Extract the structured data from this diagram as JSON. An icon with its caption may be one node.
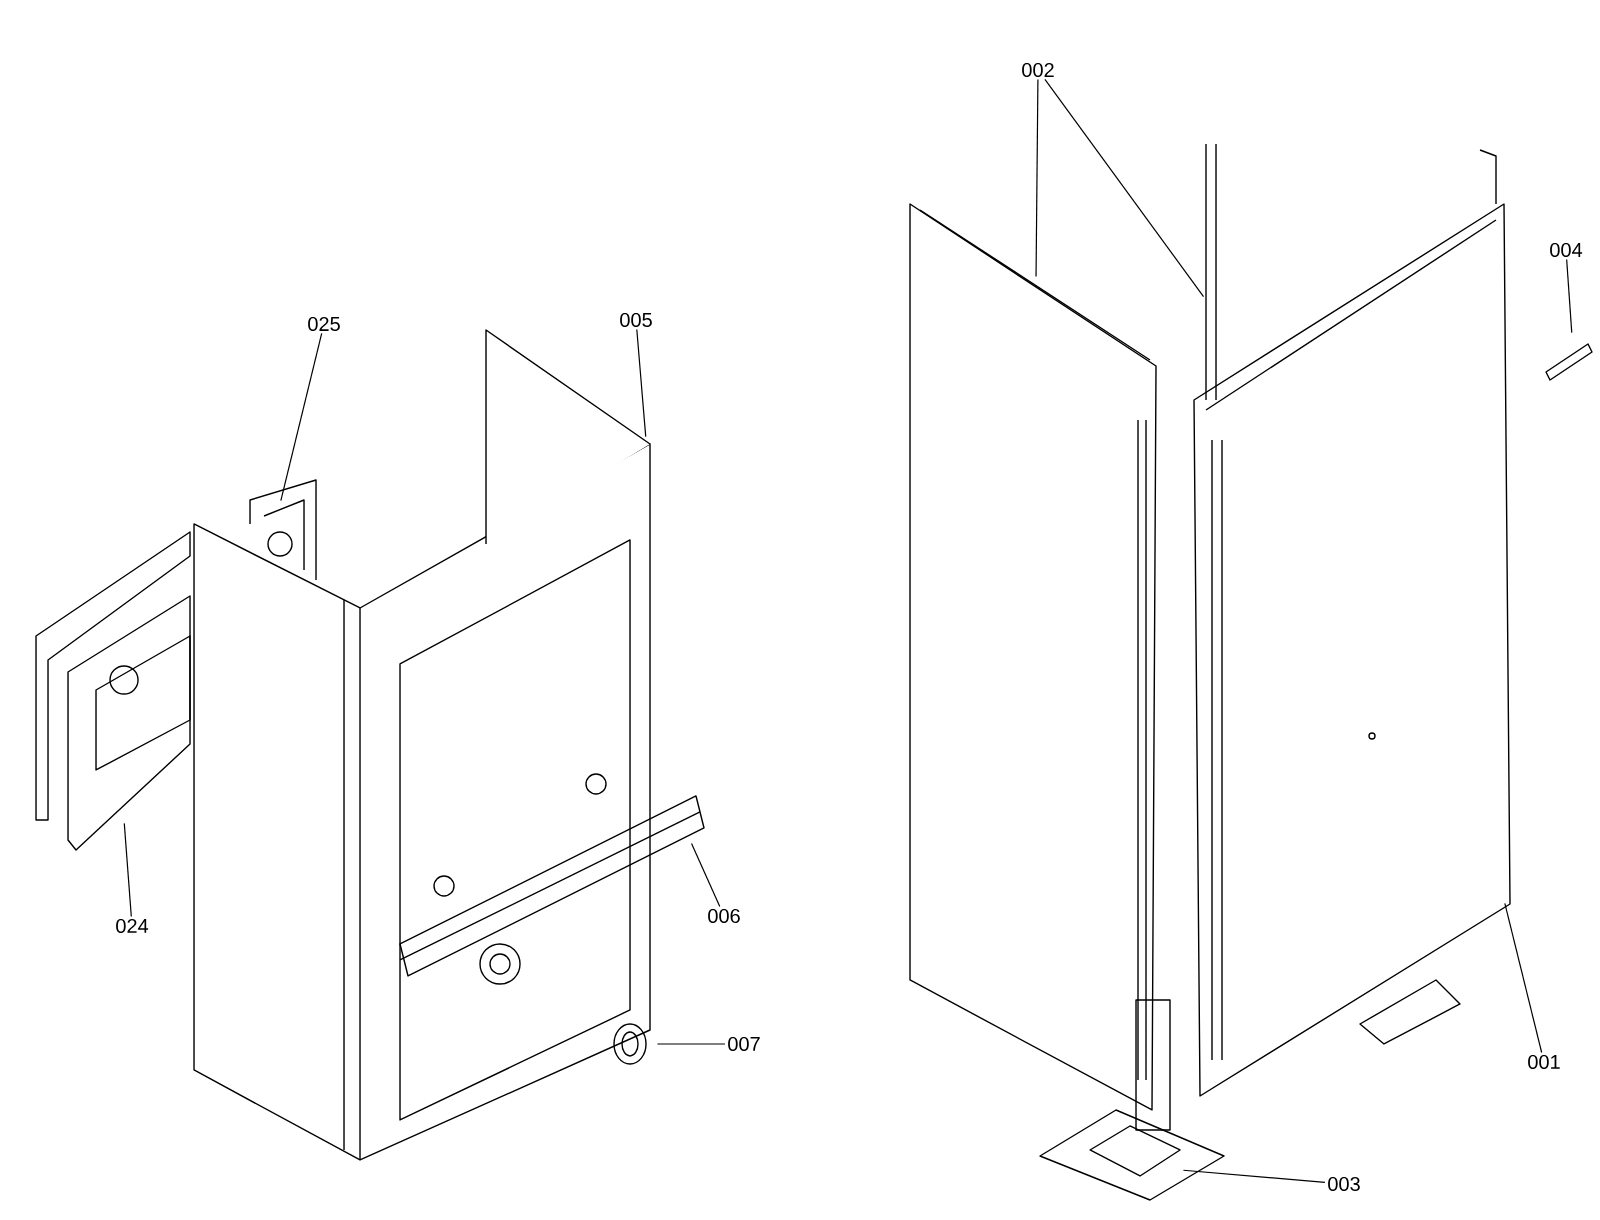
{
  "diagram": {
    "nodes": [
      {
        "text": [
          "025"
        ]
      },
      {
        "text": [
          "005"
        ]
      },
      {
        "text": [
          "024"
        ]
      },
      {
        "text": [
          "006"
        ]
      },
      {
        "text": [
          "007"
        ]
      },
      {
        "text": [
          "002"
        ]
      },
      {
        "text": [
          "004"
        ]
      },
      {
        "text": [
          "001"
        ]
      },
      {
        "text": [
          "003"
        ]
      },
      {
        "text": [],
        "shape": "picture"
      },
      {
        "text": [],
        "shape": "picture"
      },
      {
        "text": [],
        "shape": "picture"
      },
      {
        "text": [],
        "shape": "picture"
      },
      {
        "text": [],
        "shape": "picture"
      },
      {
        "text": [],
        "shape": "picture"
      },
      {
        "text": [],
        "shape": "picture"
      },
      {
        "text": [],
        "shape": "picture"
      },
      {
        "text": [],
        "shape": "picture"
      },
      {
        "text": [],
        "shape": "picture"
      }
    ],
    "edges": [
      {
        "from": 0,
        "to": 9,
        "arrow": "none"
      },
      {
        "from": 1,
        "to": 10,
        "arrow": "none"
      },
      {
        "from": 2,
        "to": 11,
        "arrow": "none"
      },
      {
        "from": 3,
        "to": 12,
        "arrow": "none"
      },
      {
        "from": 4,
        "to": 13,
        "arrow": "none"
      },
      {
        "from": 5,
        "to": 14,
        "arrow": "none"
      },
      {
        "from": 5,
        "to": 15,
        "arrow": "none"
      },
      {
        "from": 6,
        "to": 16,
        "arrow": "none"
      },
      {
        "from": 7,
        "to": 17,
        "arrow": "none"
      },
      {
        "from": 8,
        "to": 18,
        "arrow": "none"
      }
    ]
  }
}
